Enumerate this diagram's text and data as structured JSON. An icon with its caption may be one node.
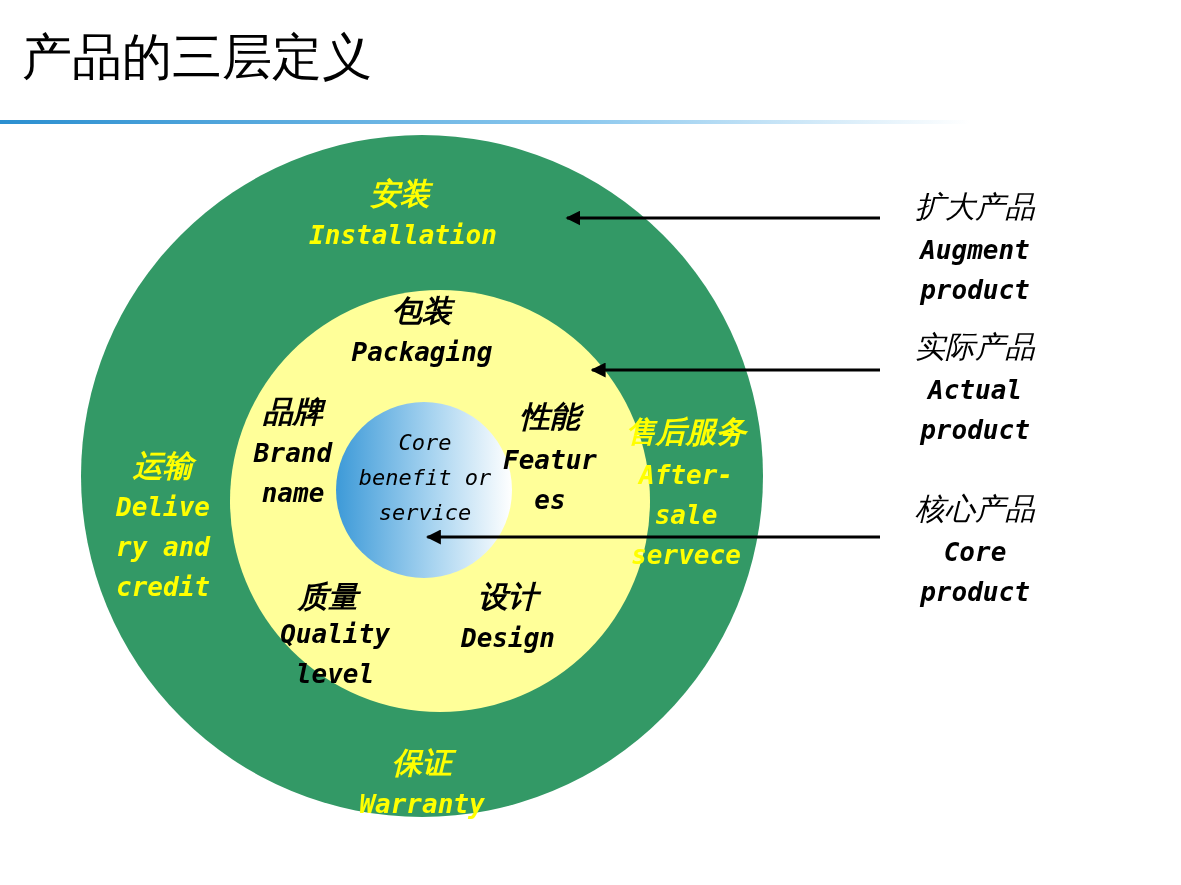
{
  "diagram": {
    "title": "产品的三层定义",
    "nodes": [
      {
        "text": [
          "安装",
          "Installation",
          "运输",
          "Delive ry and credit",
          "售后服务",
          "After- sale servece",
          "保证",
          "Warranty"
        ]
      },
      {
        "text": [
          "包装",
          "Packaging",
          "品牌",
          "Brand name",
          "性能",
          "Featur es",
          "质量",
          "Quality level",
          "设计",
          "Design"
        ],
        "in": 0
      },
      {
        "text": [
          "Core benefit or service"
        ],
        "in": 1
      },
      {
        "text": [
          "扩大产品",
          "Augment product"
        ]
      },
      {
        "text": [
          "实际产品",
          "Actual product"
        ]
      },
      {
        "text": [
          "核心产品",
          "Core product"
        ]
      }
    ],
    "edges": [
      {
        "from": 3,
        "to": 0,
        "arrow": "to"
      },
      {
        "from": 4,
        "to": 1,
        "arrow": "to"
      },
      {
        "from": 5,
        "to": 2,
        "arrow": "to"
      }
    ]
  }
}
